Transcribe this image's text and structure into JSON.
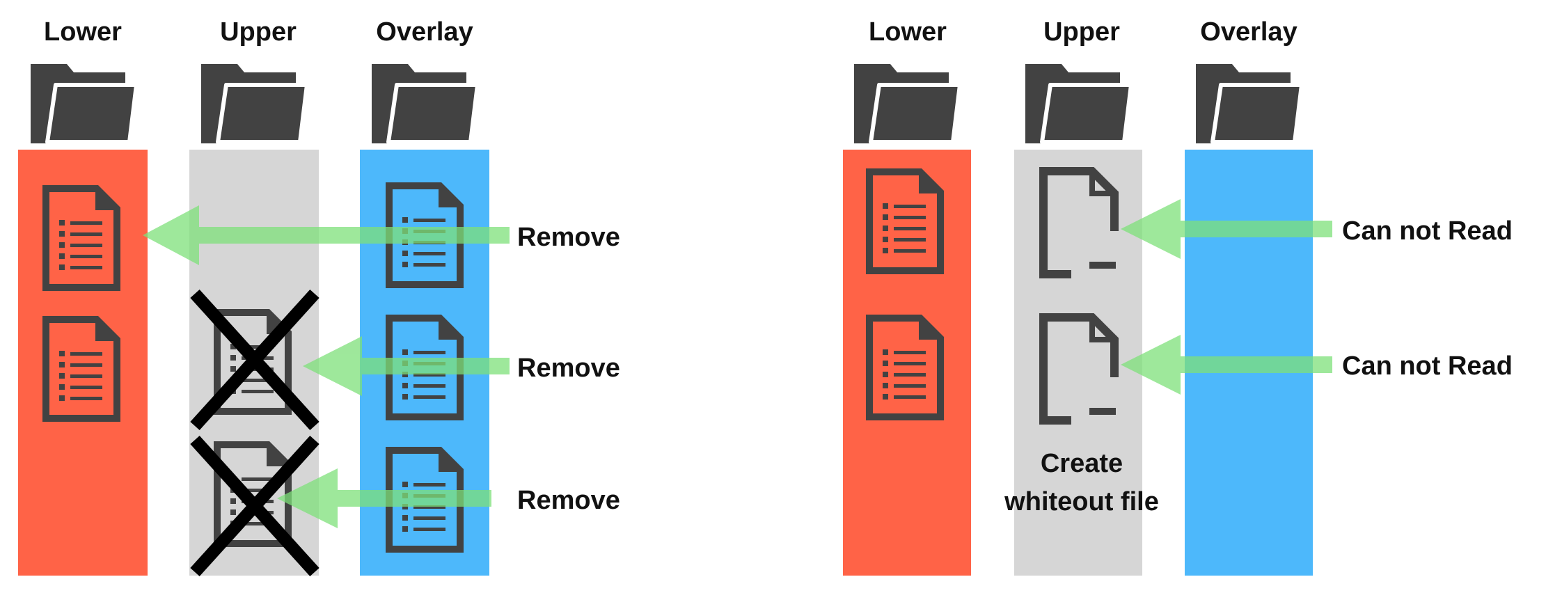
{
  "colors": {
    "lower": "#ff6347",
    "upper": "#d6d6d6",
    "overlay": "#4db8fb",
    "arrow": "#7ee07a",
    "icon": "#424242",
    "text": "#111111",
    "cross": "#000000"
  },
  "left_panel": {
    "columns": [
      {
        "label": "Lower",
        "icon": "folder-icon",
        "files": 2
      },
      {
        "label": "Upper",
        "icon": "folder-icon",
        "crossed_files": 2
      },
      {
        "label": "Overlay",
        "icon": "folder-icon",
        "files": 3
      }
    ],
    "actions": [
      "Remove",
      "Remove",
      "Remove"
    ]
  },
  "right_panel": {
    "columns": [
      {
        "label": "Lower",
        "icon": "folder-icon",
        "files": 2
      },
      {
        "label": "Upper",
        "icon": "folder-icon",
        "whiteout_files": 2
      },
      {
        "label": "Overlay",
        "icon": "folder-icon",
        "files": 0
      }
    ],
    "actions": [
      "Can not Read",
      "Can not Read"
    ],
    "whiteout_caption": [
      "Create",
      "whiteout file"
    ]
  }
}
